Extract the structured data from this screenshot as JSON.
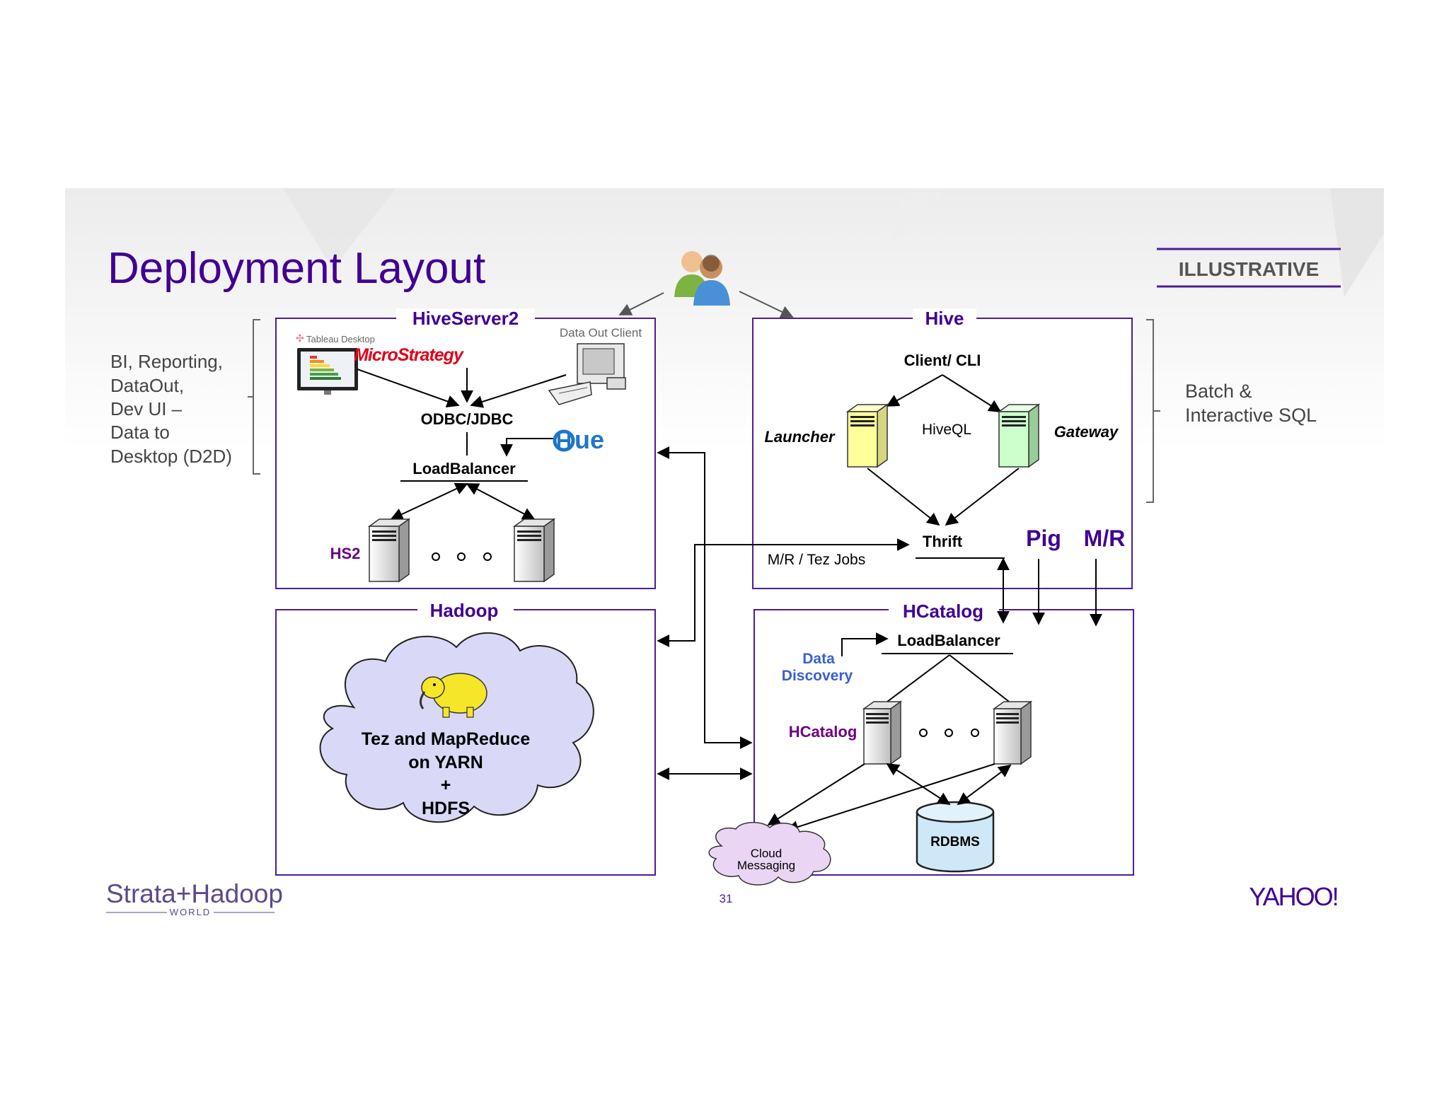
{
  "slide": {
    "title": "Deployment Layout",
    "badge": "ILLUSTRATIVE",
    "page_number": "31",
    "left_note_lines": [
      "BI, Reporting,",
      "DataOut,",
      "Dev UI –",
      "Data to",
      "Desktop (D2D)"
    ],
    "right_note_lines": [
      "Batch &",
      "Interactive SQL"
    ],
    "logo_strata_main": "Strata+Hadoop",
    "logo_strata_sub": "WORLD",
    "logo_yahoo": "YAHOO!"
  },
  "hiveserver2": {
    "title": "HiveServer2",
    "tableau_label": "Tableau Desktop",
    "microstrategy": "MicroStrategy",
    "data_out_client": "Data Out Client",
    "odbc": "ODBC/JDBC",
    "hue": "HUE",
    "loadbalancer": "LoadBalancer",
    "hs2": "HS2"
  },
  "hive": {
    "title": "Hive",
    "client_cli": "Client/ CLI",
    "launcher": "Launcher",
    "hiveql": "HiveQL",
    "gateway": "Gateway",
    "thrift": "Thrift",
    "mr_tez_jobs": "M/R / Tez Jobs",
    "pig": "Pig",
    "mr": "M/R"
  },
  "hadoop": {
    "title": "Hadoop",
    "cloud_lines": [
      "Tez and MapReduce",
      "on YARN",
      "+",
      "HDFS"
    ]
  },
  "hcatalog": {
    "title": "HCatalog",
    "data_discovery_lines": [
      "Data",
      "Discovery"
    ],
    "loadbalancer": "LoadBalancer",
    "hcatalog_label": "HCatalog",
    "rdbms": "RDBMS",
    "cloud_messaging_lines": [
      "Cloud",
      "Messaging"
    ]
  },
  "colors": {
    "purple": "#410093",
    "box_border": "#4b1e97",
    "text_gray": "#444444",
    "server_yellow": "#ffff99",
    "server_green": "#ccffcc",
    "cloud_fill": "#d9d9f7",
    "messaging_fill": "#ead6f4",
    "rdbms_fill": "#cfe8f7"
  }
}
